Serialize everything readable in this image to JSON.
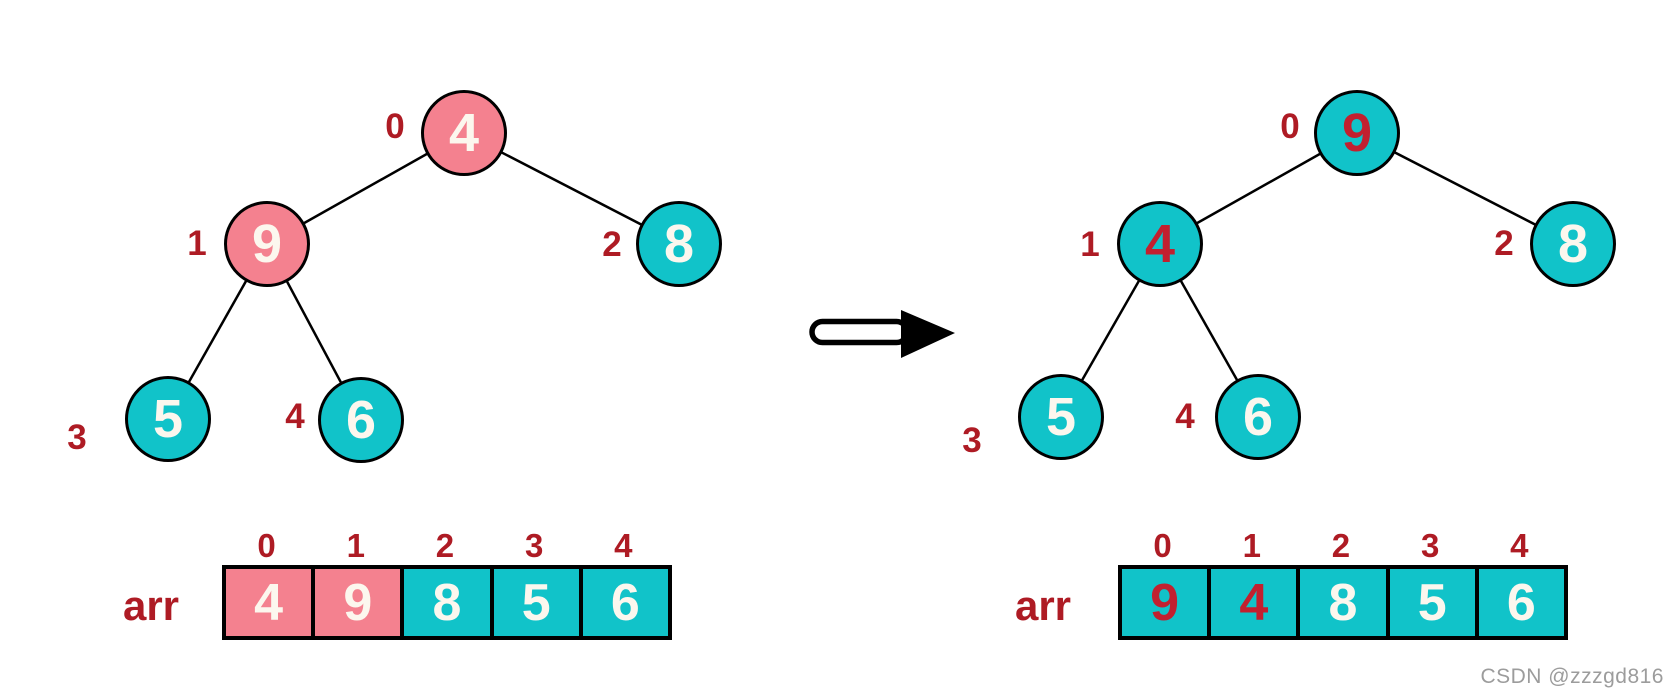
{
  "colors": {
    "node_pink": "#F4818F",
    "node_teal": "#11C3C9",
    "label_dark_red": "#AE1B24",
    "digit_red": "#C2202F",
    "digit_white": "#FCF7EE",
    "edge_black": "#000000",
    "watermark_gray": "#9C9C9C"
  },
  "arrow": {
    "direction": "right"
  },
  "left": {
    "tree": {
      "nodes": [
        {
          "label": "0",
          "value": "4",
          "fill": "pink",
          "text": "white"
        },
        {
          "label": "1",
          "value": "9",
          "fill": "pink",
          "text": "white"
        },
        {
          "label": "2",
          "value": "8",
          "fill": "teal",
          "text": "white"
        },
        {
          "label": "3",
          "value": "5",
          "fill": "teal",
          "text": "white"
        },
        {
          "label": "4",
          "value": "6",
          "fill": "teal",
          "text": "white"
        }
      ]
    },
    "array": {
      "name": "arr",
      "indices": [
        "0",
        "1",
        "2",
        "3",
        "4"
      ],
      "cells": [
        {
          "value": "4",
          "fill": "pink",
          "text": "white"
        },
        {
          "value": "9",
          "fill": "pink",
          "text": "white"
        },
        {
          "value": "8",
          "fill": "teal",
          "text": "white"
        },
        {
          "value": "5",
          "fill": "teal",
          "text": "white"
        },
        {
          "value": "6",
          "fill": "teal",
          "text": "white"
        }
      ]
    }
  },
  "right": {
    "tree": {
      "nodes": [
        {
          "label": "0",
          "value": "9",
          "fill": "teal",
          "text": "red"
        },
        {
          "label": "1",
          "value": "4",
          "fill": "teal",
          "text": "red"
        },
        {
          "label": "2",
          "value": "8",
          "fill": "teal",
          "text": "white"
        },
        {
          "label": "3",
          "value": "5",
          "fill": "teal",
          "text": "white"
        },
        {
          "label": "4",
          "value": "6",
          "fill": "teal",
          "text": "white"
        }
      ]
    },
    "array": {
      "name": "arr",
      "indices": [
        "0",
        "1",
        "2",
        "3",
        "4"
      ],
      "cells": [
        {
          "value": "9",
          "fill": "teal",
          "text": "red"
        },
        {
          "value": "4",
          "fill": "teal",
          "text": "red"
        },
        {
          "value": "8",
          "fill": "teal",
          "text": "white"
        },
        {
          "value": "5",
          "fill": "teal",
          "text": "white"
        },
        {
          "value": "6",
          "fill": "teal",
          "text": "white"
        }
      ]
    }
  },
  "watermark": "CSDN @zzzgd816"
}
